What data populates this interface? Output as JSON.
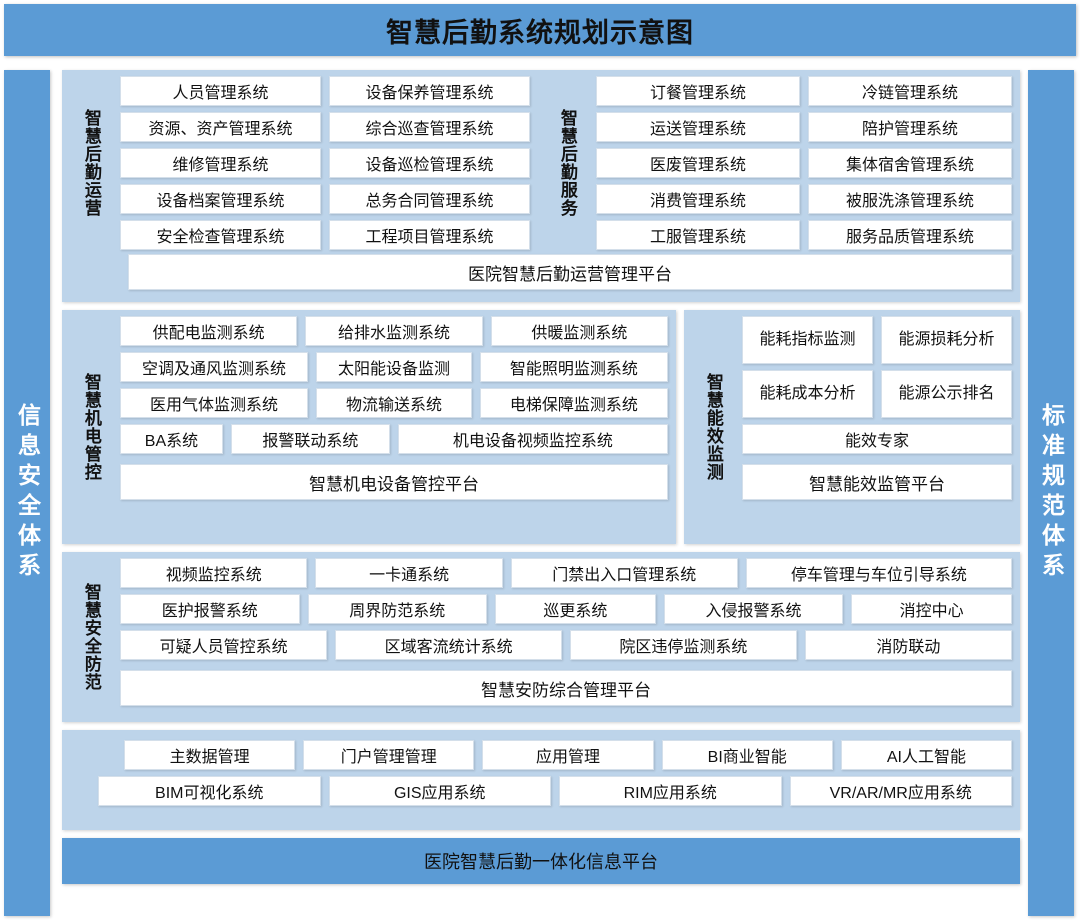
{
  "title": "智慧后勤系统规划示意图",
  "rails": {
    "left": "信息安全体系",
    "right": "标准规范体系"
  },
  "sections": [
    {
      "id": "operations",
      "groups": [
        {
          "label": "智慧后勤运营",
          "rows": [
            [
              "人员管理系统",
              "设备保养管理系统"
            ],
            [
              "资源、资产管理系统",
              "综合巡查管理系统"
            ],
            [
              "维修管理系统",
              "设备巡检管理系统"
            ],
            [
              "设备档案管理系统",
              "总务合同管理系统"
            ],
            [
              "安全检查管理系统",
              "工程项目管理系统"
            ]
          ]
        },
        {
          "label": "智慧后勤服务",
          "rows": [
            [
              "订餐管理系统",
              "冷链管理系统"
            ],
            [
              "运送管理系统",
              "陪护管理系统"
            ],
            [
              "医废管理系统",
              "集体宿舍管理系统"
            ],
            [
              "消费管理系统",
              "被服洗涤管理系统"
            ],
            [
              "工服管理系统",
              "服务品质管理系统"
            ]
          ]
        }
      ],
      "platform": "医院智慧后勤运营管理平台"
    },
    {
      "id": "electromechanical",
      "groups": [
        {
          "label": "智慧机电管控",
          "rows": [
            [
              "供配电监测系统",
              "给排水监测系统",
              "供暖监测系统"
            ],
            [
              "空调及通风监测系统",
              "太阳能设备监测",
              "智能照明监测系统"
            ],
            [
              "医用气体监测系统",
              "物流输送系统",
              "电梯保障监测系统"
            ],
            [
              "BA系统",
              "报警联动系统",
              "机电设备视频监控系统"
            ]
          ],
          "platform": "智慧机电设备管控平台"
        },
        {
          "label": "智慧能效监测",
          "rows": [
            [
              "能耗指标监测",
              "能源损耗分析"
            ],
            [
              "能耗成本分析",
              "能源公示排名"
            ],
            [
              "能效专家"
            ]
          ],
          "platform": "智慧能效监管平台"
        }
      ]
    },
    {
      "id": "security",
      "groups": [
        {
          "label": "智慧安全防范",
          "rows": [
            [
              "视频监控系统",
              "一卡通系统",
              "门禁出入口管理系统",
              "停车管理与车位引导系统"
            ],
            [
              "医护报警系统",
              "周界防范系统",
              "巡更系统",
              "入侵报警系统",
              "消控中心"
            ],
            [
              "可疑人员管控系统",
              "区域客流统计系统",
              "院区违停监测系统",
              "消防联动"
            ]
          ]
        }
      ],
      "platform": "智慧安防综合管理平台"
    },
    {
      "id": "technology",
      "groups": [
        {
          "label": "",
          "rows": [
            [
              "主数据管理",
              "门户管理管理",
              "应用管理",
              "BI商业智能",
              "AI人工智能"
            ],
            [
              "BIM可视化系统",
              "GIS应用系统",
              "RIM应用系统",
              "VR/AR/MR应用系统"
            ]
          ]
        }
      ]
    }
  ],
  "bottom_bar": "医院智慧后勤一体化信息平台",
  "colors": {
    "accent_blue": "#5b9bd5",
    "panel_blue": "#bdd4ea",
    "cell_white": "#ffffff",
    "text_dark": "#111111",
    "rail_text": "#ffffff"
  }
}
